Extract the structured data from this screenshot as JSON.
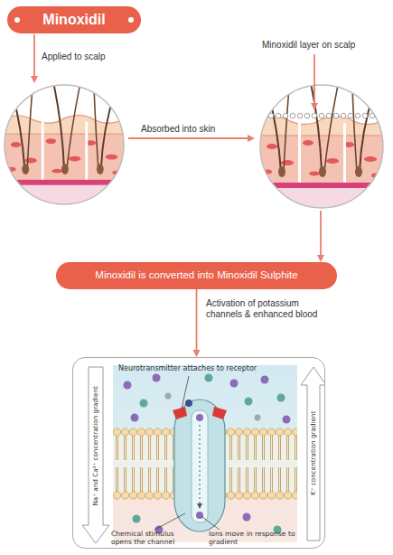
{
  "diagram": {
    "nodes": [
      {
        "text": [
          "Minoxidil"
        ]
      },
      {
        "text": [
          "Minoxidil is converted into Minoxidil Sulphite"
        ]
      },
      {
        "text": [
          "Neurotransmitter attaches to receptor",
          "Na⁺ and Ca²⁺ concentration gradient",
          "K⁺ concentration gradient",
          "Chemical stimulus opens the channel",
          "Ions move in response to gradient"
        ]
      }
    ],
    "edges": [
      {
        "from": 1,
        "to": 2,
        "arrow": "to",
        "label": "Activation of potassium channels & enhanced blood"
      }
    ],
    "labels": [
      "Applied to scalp",
      "Absorbed into skin",
      "Minoxidil layer on scalp"
    ]
  }
}
